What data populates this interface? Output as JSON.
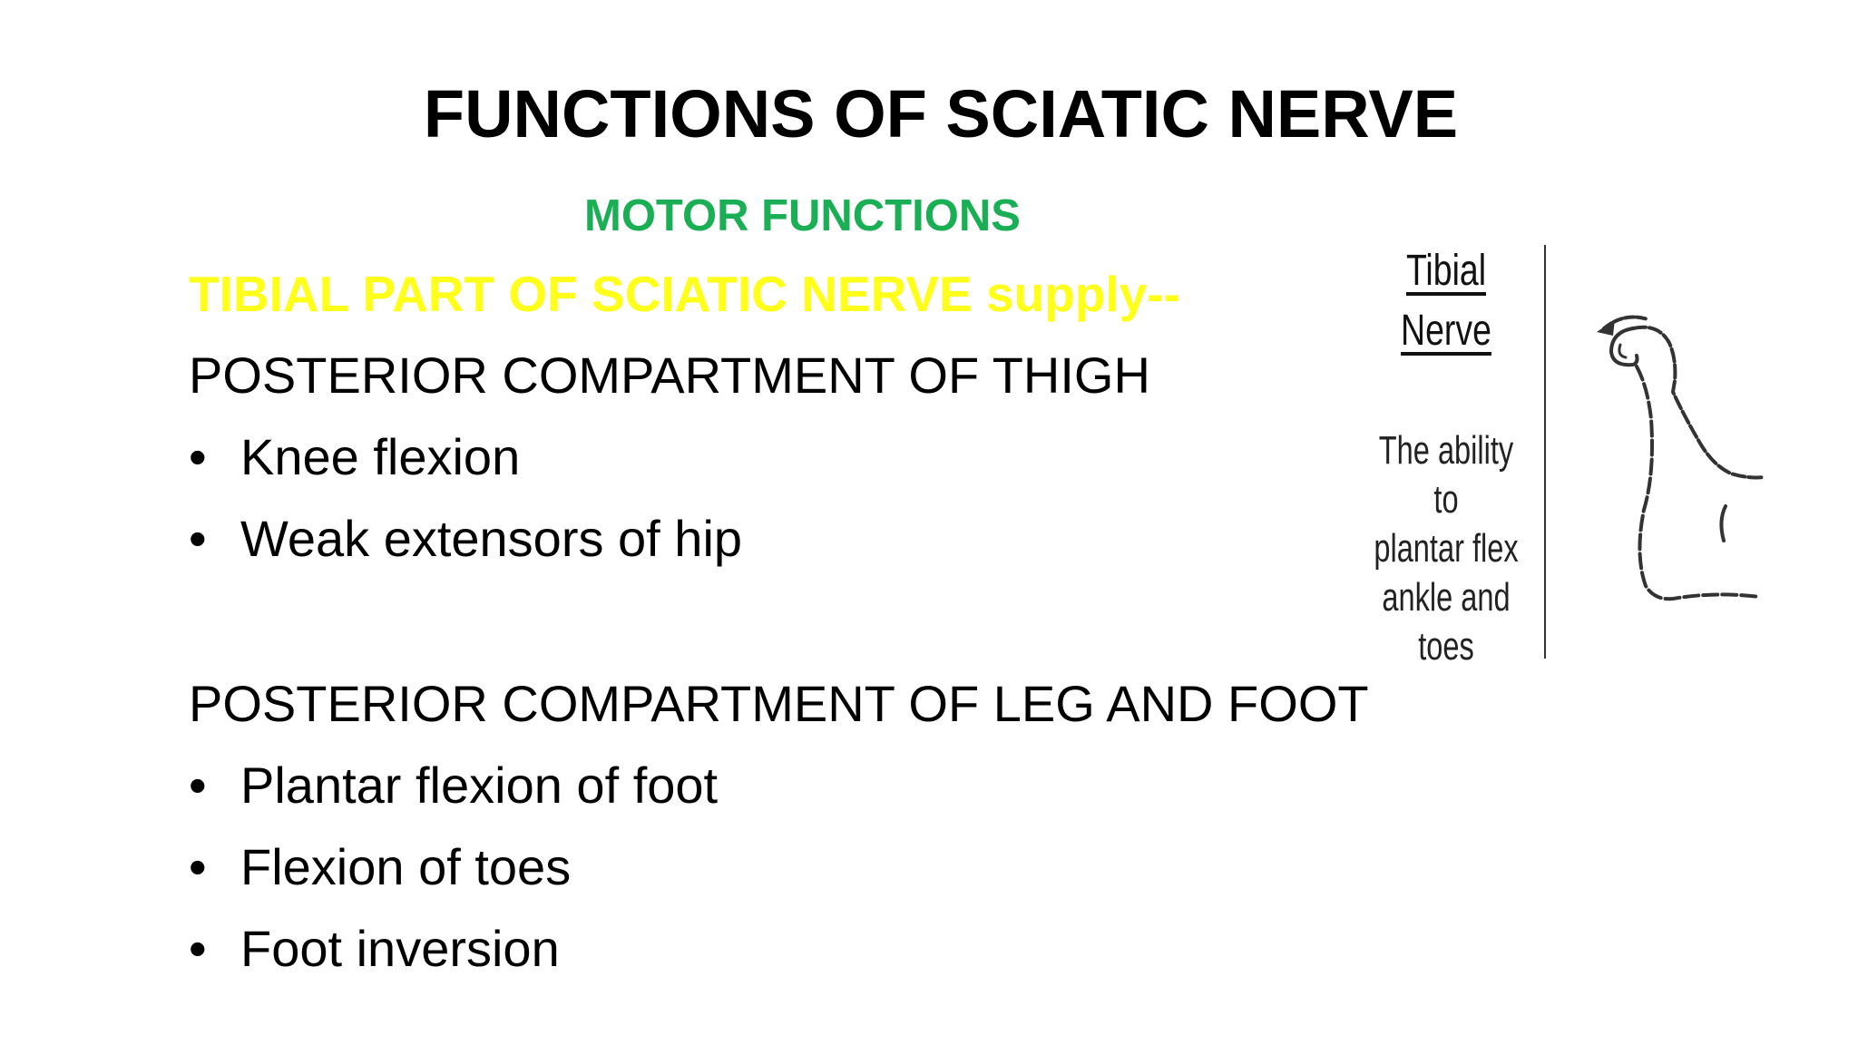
{
  "slide": {
    "title": "FUNCTIONS OF SCIATIC NERVE",
    "subtitle": "MOTOR FUNCTIONS",
    "nerve_heading": "TIBIAL PART OF SCIATIC NERVE supply--",
    "sections": [
      {
        "heading": "POSTERIOR COMPARTMENT OF THIGH",
        "items": [
          "Knee flexion",
          "Weak extensors of hip"
        ]
      },
      {
        "heading": "POSTERIOR COMPARTMENT OF LEG AND FOOT",
        "items": [
          "Plantar flexion of foot",
          "Flexion of toes",
          "Foot inversion"
        ]
      }
    ],
    "bullet_glyph": "•"
  },
  "figure": {
    "title_line1": "Tibial",
    "title_line2": "Nerve",
    "caption_lines": [
      "The ability to",
      "plantar flex",
      "ankle and",
      "toes"
    ]
  },
  "colors": {
    "title": "#000000",
    "subtitle": "#1aaf54",
    "nerve_heading": "#ffff1a",
    "body": "#000000",
    "figure_line": "#333333"
  }
}
